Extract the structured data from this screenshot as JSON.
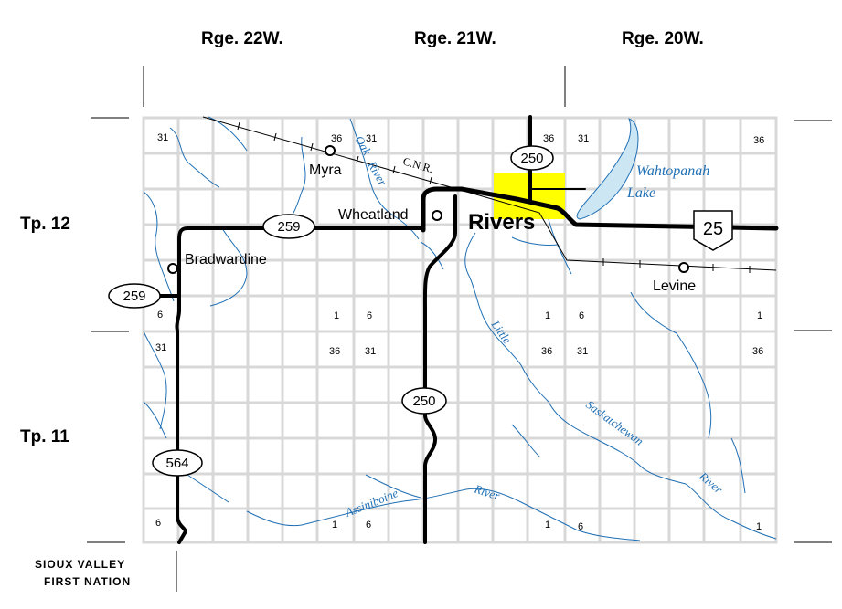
{
  "ranges": {
    "r22": "Rge. 22W.",
    "r21": "Rge. 21W.",
    "r20": "Rge. 20W."
  },
  "townships": {
    "t12": "Tp. 12",
    "t11": "Tp. 11"
  },
  "sections": {
    "s31": "31",
    "s36": "36",
    "s1": "1",
    "s6": "6"
  },
  "places": {
    "myra": "Myra",
    "wheatland": "Wheatland",
    "rivers": "Rivers",
    "bradwardine": "Bradwardine",
    "levine": "Levine"
  },
  "water": {
    "oak": "Oak",
    "oak_river": "River",
    "wahtopanah": "Wahtopanah",
    "lake": "Lake",
    "little": "Little",
    "saskatchewan": "Saskatchewan",
    "sask_river": "River",
    "assiniboine": "Assiniboine",
    "assiniboine_river": "River"
  },
  "railway": "C.N.R.",
  "highways": {
    "h250a": "250",
    "h250b": "250",
    "h259a": "259",
    "h259b": "259",
    "h564": "564",
    "h25": "25"
  },
  "reserve": {
    "line1": "SIOUX     VALLEY",
    "line2": "FIRST  NATION"
  },
  "colors": {
    "highlight": "#ffff00",
    "water": "#1f6fb4",
    "grid": "#d8d8d8",
    "road": "#000000"
  }
}
